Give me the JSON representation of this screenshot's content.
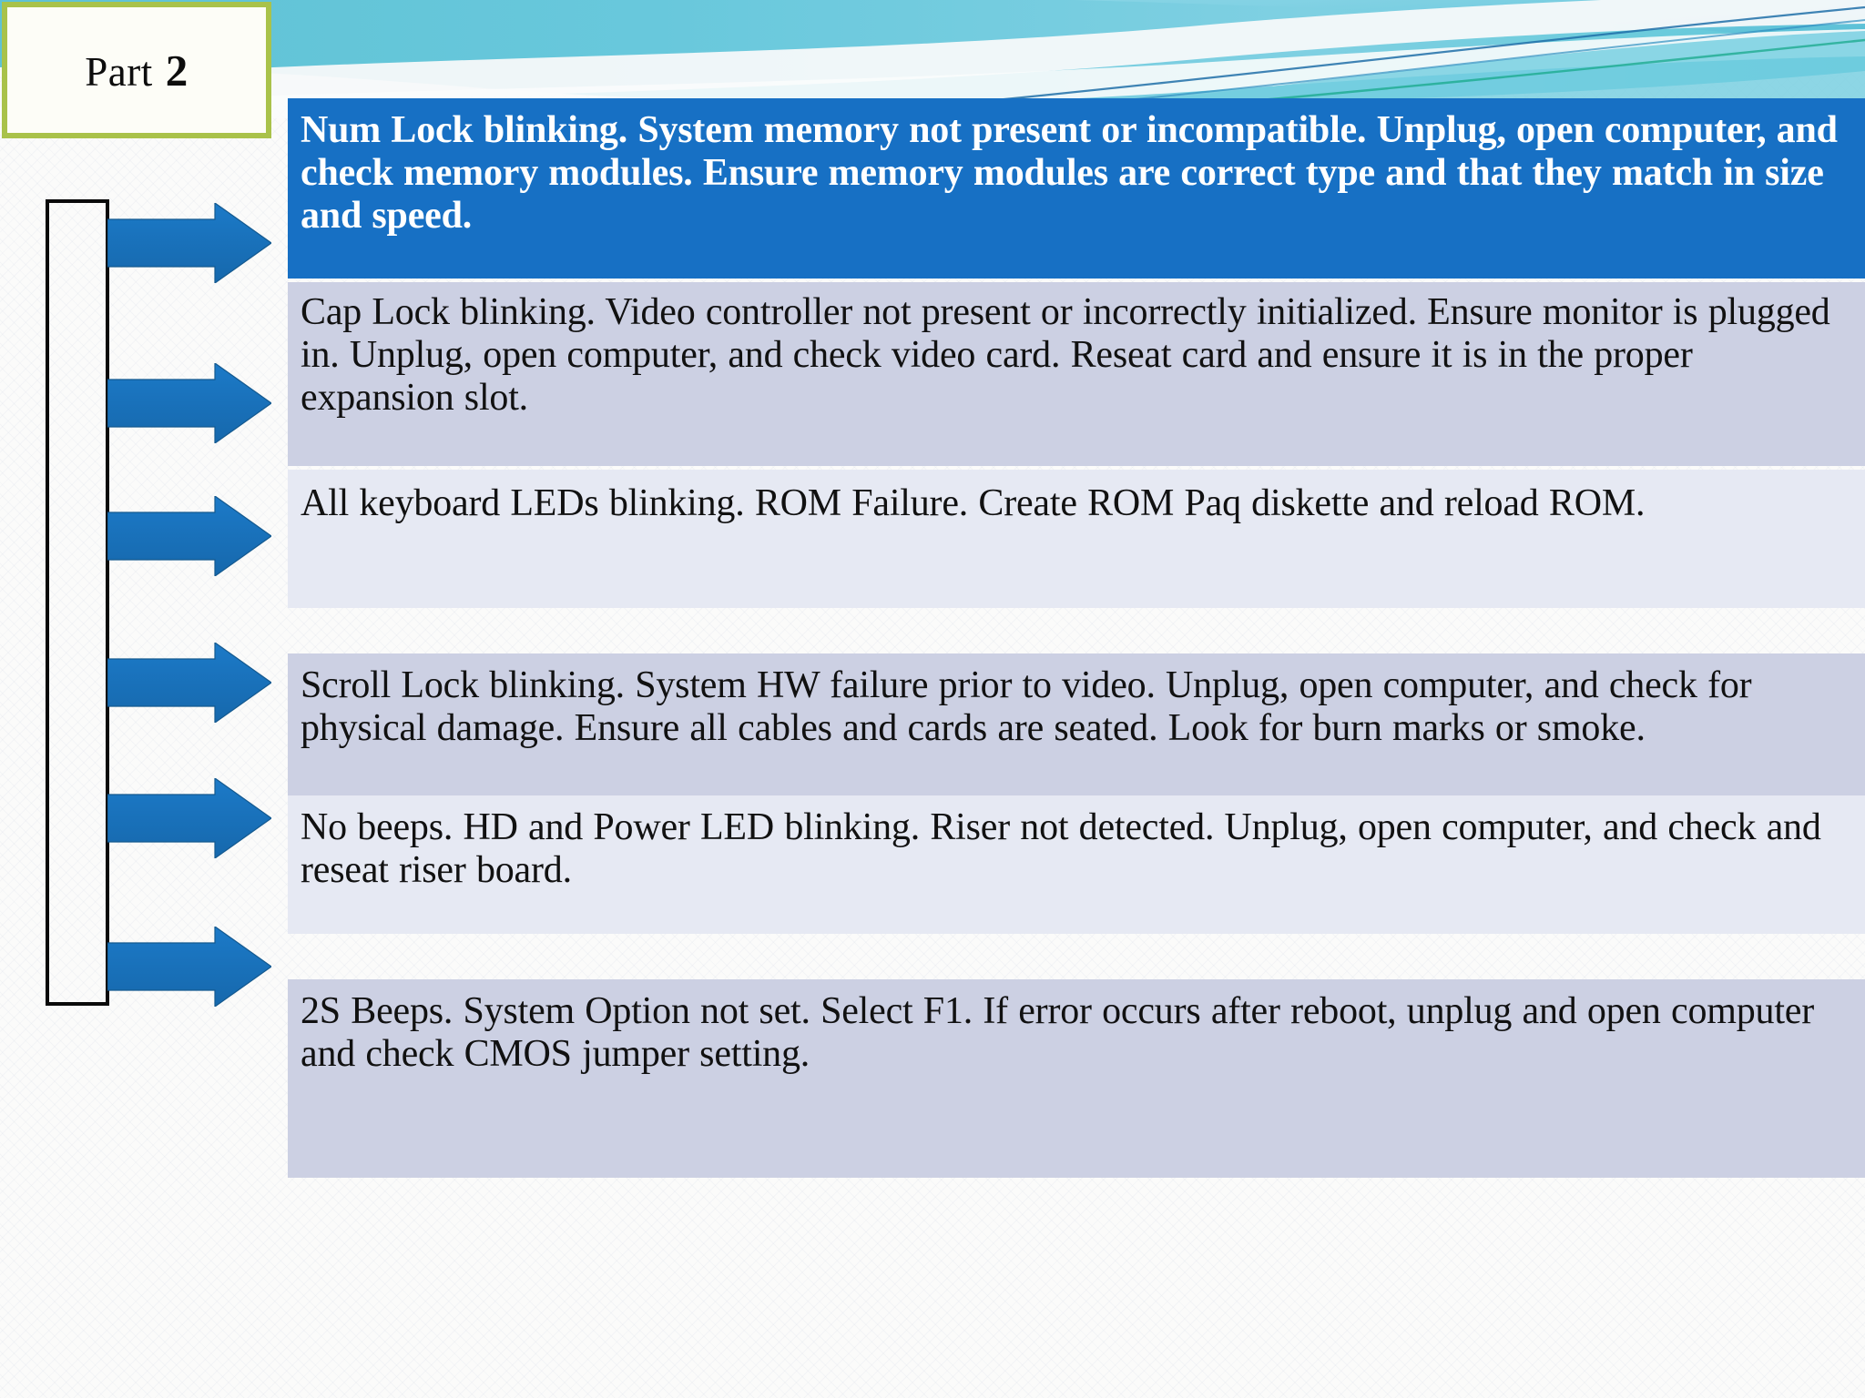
{
  "slide": {
    "title": {
      "label": "Part",
      "number": "2"
    },
    "theme": {
      "accent_green": "#a9c24a",
      "accent_blue": "#1770c4",
      "arrow_blue": "#1c74c0",
      "row_dark": "#ccd0e3",
      "row_light": "#e6e9f3",
      "banner_teal": "#5ec3d8",
      "text_dark": "#111111",
      "text_light": "#ffffff"
    },
    "banner": {
      "name": "decorative-wave-banner"
    },
    "bracket": {
      "name": "left-grouping-bracket"
    },
    "arrows_label": "arrow-pointing-right",
    "rows": [
      {
        "id": "num-lock",
        "text": " Num Lock blinking. System memory not present or incompatible. Unplug, open computer, and check memory modules. Ensure memory modules are correct type and that they match in size and speed.",
        "style": "highlight"
      },
      {
        "id": "cap-lock",
        "text": "Cap Lock blinking. Video controller not present or incorrectly initialized. Ensure monitor is plugged in. Unplug, open computer, and check video card. Reseat card and ensure it is in the proper expansion slot.",
        "style": "dark"
      },
      {
        "id": "all-keyboard-leds",
        "text": " All keyboard LEDs blinking. ROM Failure. Create ROM Paq diskette and reload ROM.",
        "style": "light"
      },
      {
        "id": "scroll-lock",
        "text": "Scroll Lock blinking. System HW failure prior to video. Unplug, open computer, and check for physical damage. Ensure all cables and cards are seated. Look for burn marks or smoke.",
        "style": "dark"
      },
      {
        "id": "no-beeps",
        "text": "No beeps. HD and Power LED blinking. Riser not detected. Unplug, open computer, and check and reseat riser board.",
        "style": "light"
      },
      {
        "id": "two-s-beeps",
        "text": "2S Beeps. System Option not set. Select F1. If error occurs after reboot, unplug and open computer and check CMOS jumper setting.",
        "style": "dark"
      }
    ]
  }
}
